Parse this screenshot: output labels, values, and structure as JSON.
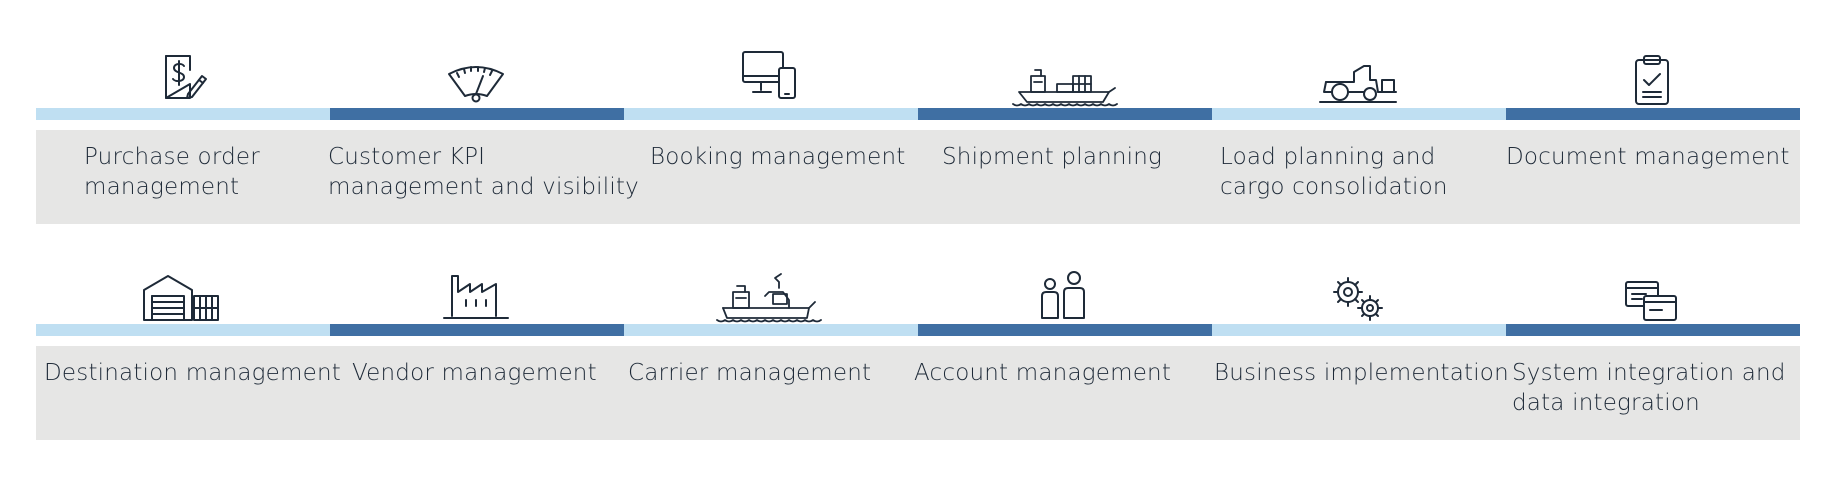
{
  "colors": {
    "light_segment": "#bfdff2",
    "dark_segment": "#3f6fa3",
    "panel": "#e6e6e5",
    "text": "#1e2a38",
    "icon_stroke": "#1e2a38"
  },
  "rows": [
    {
      "items": [
        {
          "icon": "invoice-dollar-pen-icon",
          "label_lines": [
            "Purchase order",
            "management"
          ]
        },
        {
          "icon": "speedometer-gauge-icon",
          "label_lines": [
            "Customer KPI",
            "management and visibility"
          ]
        },
        {
          "icon": "desktop-mobile-icon",
          "label_lines": [
            "Booking management"
          ]
        },
        {
          "icon": "container-ship-icon",
          "label_lines": [
            "Shipment planning"
          ]
        },
        {
          "icon": "tractor-cargo-icon",
          "label_lines": [
            "Load planning and",
            "cargo consolidation"
          ]
        },
        {
          "icon": "clipboard-check-icon",
          "label_lines": [
            "Document management"
          ]
        }
      ]
    },
    {
      "items": [
        {
          "icon": "warehouse-containers-icon",
          "label_lines": [
            "Destination management"
          ]
        },
        {
          "icon": "factory-icon",
          "label_lines": [
            "Vendor management"
          ]
        },
        {
          "icon": "cargo-ship-crane-icon",
          "label_lines": [
            "Carrier management"
          ]
        },
        {
          "icon": "people-icon",
          "label_lines": [
            "Account management"
          ]
        },
        {
          "icon": "gears-icon",
          "label_lines": [
            "Business implementation"
          ]
        },
        {
          "icon": "windows-integration-icon",
          "label_lines": [
            "System integration and",
            "data integration"
          ]
        }
      ]
    }
  ]
}
